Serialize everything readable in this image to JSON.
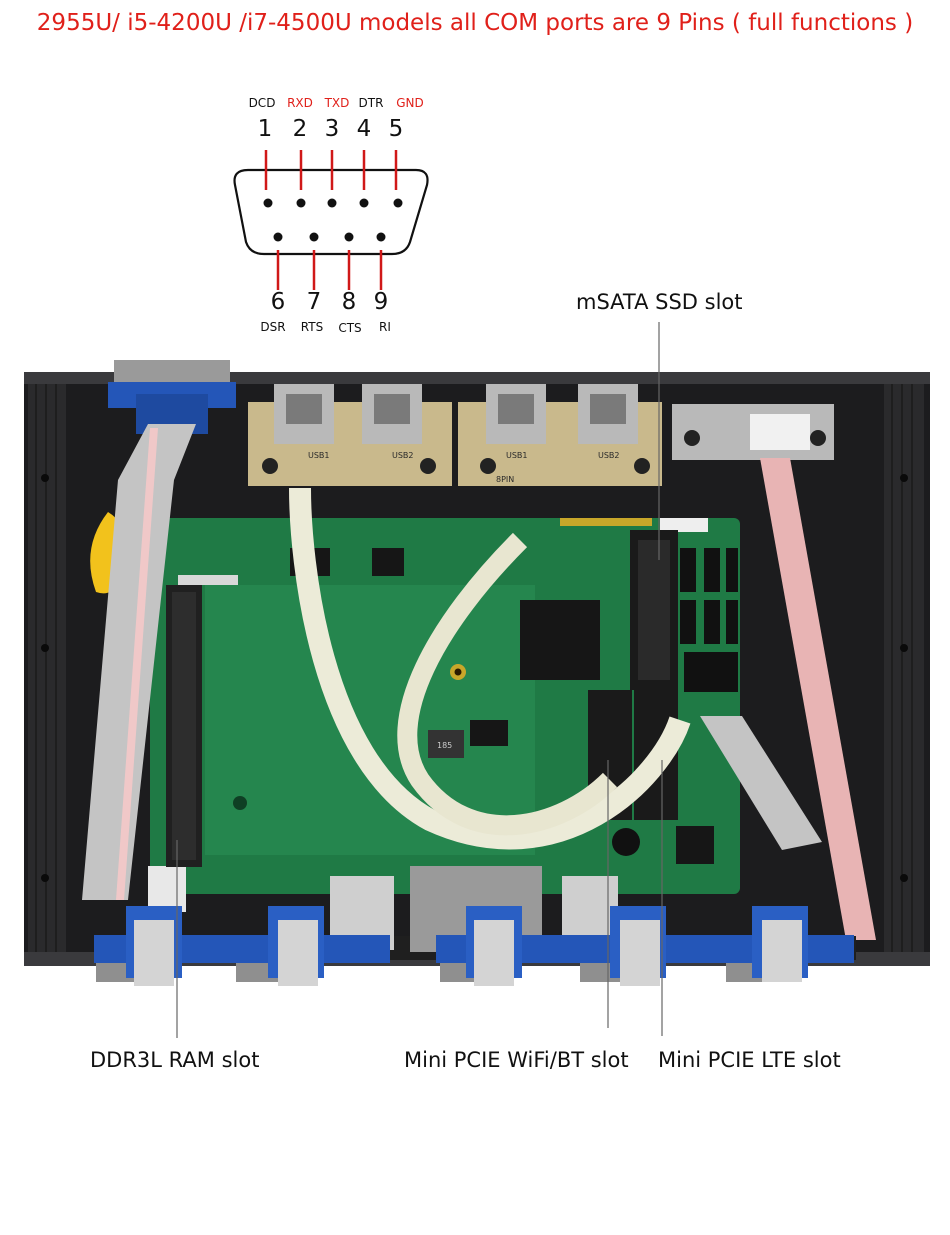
{
  "headline": "2955U/ i5-4200U /i7-4500U models all COM ports are 9 Pins ( full functions )",
  "colors": {
    "accent_red": "#e0201a",
    "pcb_green": "#1f7a45",
    "chassis": "#1c1c1e",
    "db9_blue": "#2456b8"
  },
  "db9": {
    "top_pins": [
      {
        "num": "1",
        "name": "DCD",
        "highlight": false
      },
      {
        "num": "2",
        "name": "RXD",
        "highlight": true
      },
      {
        "num": "3",
        "name": "TXD",
        "highlight": true
      },
      {
        "num": "4",
        "name": "DTR",
        "highlight": false
      },
      {
        "num": "5",
        "name": "GND",
        "highlight": true
      }
    ],
    "bottom_pins": [
      {
        "num": "6",
        "name": "DSR"
      },
      {
        "num": "7",
        "name": "RTS"
      },
      {
        "num": "8",
        "name": "CTS"
      },
      {
        "num": "9",
        "name": "RI"
      }
    ]
  },
  "callouts": {
    "msata": "mSATA SSD slot",
    "ddr3l": "DDR3L RAM slot",
    "wifi": "Mini PCIE WiFi/BT slot",
    "lte": "Mini PCIE LTE slot"
  },
  "board_labels": {
    "usb1": "USB1",
    "usb2": "USB2",
    "pin": "8PIN",
    "chip": "185"
  }
}
